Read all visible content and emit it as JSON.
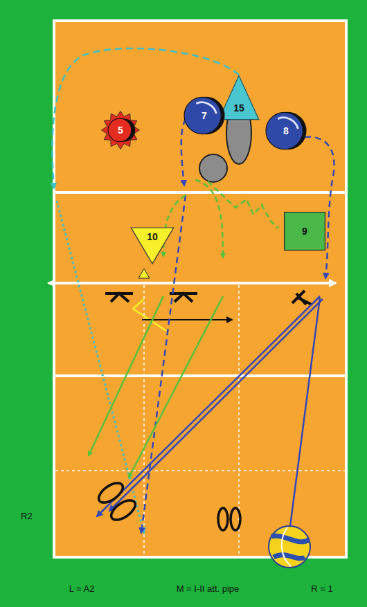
{
  "diagram": {
    "nodes": [
      {
        "text": [
          "15"
        ]
      },
      {
        "text": [
          "7"
        ]
      },
      {
        "text": [
          "5"
        ]
      },
      {
        "text": [
          "8"
        ]
      },
      {
        "text": [
          "9"
        ]
      },
      {
        "text": [
          "10"
        ]
      }
    ],
    "labels": [
      "R2",
      "L = A2",
      "M = I-II att. pipe",
      "R = 1"
    ]
  }
}
